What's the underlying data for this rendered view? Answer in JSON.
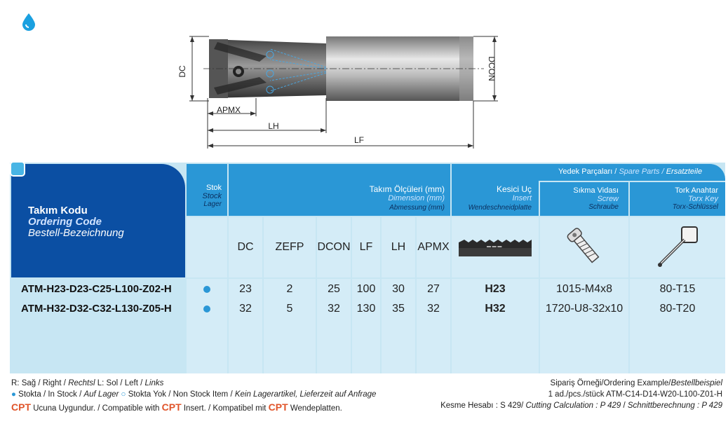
{
  "drawing": {
    "labels": {
      "dc": "DC",
      "dcon": "DCON",
      "apmx": "APMX",
      "lh": "LH",
      "lf": "LF"
    }
  },
  "header": {
    "code": {
      "tr": "Takım Kodu",
      "en": "Ordering Code",
      "de": "Bestell-Bezeichnung"
    },
    "stock": {
      "tr": "Stok",
      "en": "Stock",
      "de": "Lager"
    },
    "dimension": {
      "tr": "Takım Ölçüleri (mm)",
      "en": "Dimension (mm)",
      "de": "Abmessung (mm)"
    },
    "insert": {
      "tr": "Kesici Uç",
      "en": "Insert",
      "de": "Wendeschneidplatte"
    },
    "spare": {
      "tr": "Yedek Parçaları /",
      "en": "Spare Parts /",
      "de": "Ersatzteile"
    },
    "screw": {
      "tr": "Sıkma Vidası",
      "en": "Screw",
      "de": "Schraube"
    },
    "key": {
      "tr": "Tork Anahtar",
      "en": "Torx Key",
      "de": "Torx-Schlüssel"
    }
  },
  "columns": [
    "DC",
    "ZEFP",
    "DCON",
    "LF",
    "LH",
    "APMX"
  ],
  "rows": [
    {
      "code": "ATM-H23-D23-C25-L100-Z02-H",
      "dc": "23",
      "zefp": "2",
      "dcon": "25",
      "lf": "100",
      "lh": "30",
      "apmx": "27",
      "insert": "H23",
      "screw": "1015-M4x8",
      "key": "80-T15"
    },
    {
      "code": "ATM-H32-D32-C32-L130-Z05-H",
      "dc": "32",
      "zefp": "5",
      "dcon": "32",
      "lf": "130",
      "lh": "35",
      "apmx": "32",
      "insert": "H32",
      "screw": "1720-U8-32x10",
      "key": "80-T20"
    }
  ],
  "footer": {
    "line1_a": "R: Sağ / Right / ",
    "line1_b": "Rechtsl",
    "line1_c": "  L: Sol / Left / ",
    "line1_d": "Links",
    "line2_a": " Stokta / In Stock / ",
    "line2_b": "Auf Lager",
    "line2_c": " Stokta Yok / Non Stock Item / ",
    "line2_d": "Kein Lagerartikel, Lieferzeit auf Anfrage",
    "cpt": "CPT",
    "line3_a": " Ucuna Uygundur. / Compatible with ",
    "line3_b": " Insert. / Kompatibel mit ",
    "line3_c": " Wendeplatten.",
    "order_title_a": "Sipariş Örneği/Ordering Example/",
    "order_title_b": "Bestellbeispiel",
    "order_example": "1 ad./pcs./stück ATM-C14-D14-W20-L100-Z01-H",
    "calc_a": "Kesme Hesabı : S 429/ ",
    "calc_b": "Cutting Calculation : P 429",
    "calc_c": " / ",
    "calc_d": "Schnittberechnung : P 429"
  },
  "colors": {
    "dark_blue": "#0b4fa3",
    "mid_blue": "#2a97d6",
    "light_blue": "#c7e6f3",
    "accent": "#e0542a"
  }
}
